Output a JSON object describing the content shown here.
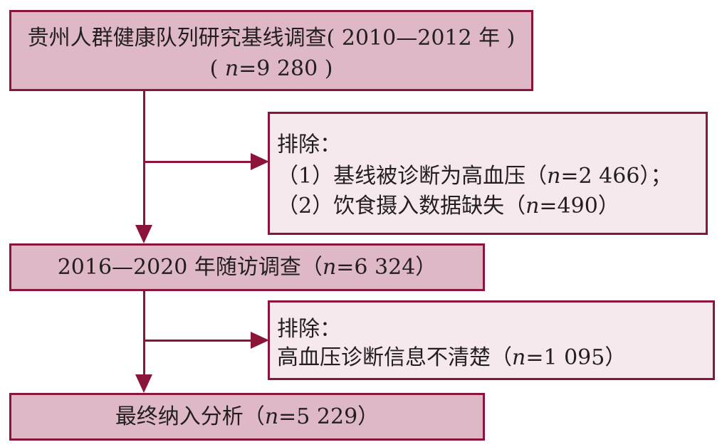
{
  "boxes": {
    "cohort": {
      "line1": "贵州人群健康队列研究基线调查( 2010—2012 年 )",
      "line2_open": "( ",
      "line2_n": "n",
      "line2_rest": "=9 280 )"
    },
    "exclusion1": {
      "heading": "排除：",
      "item1_pre": "（1）基线被诊断为高血压（",
      "item1_n": "n",
      "item1_post": "=2 466）；",
      "item2_pre": "（2）饮食摄入数据缺失（",
      "item2_n": "n",
      "item2_post": "=490）"
    },
    "followup": {
      "pre": "2016—2020 年随访调查（",
      "n": "n",
      "post": "=6 324）"
    },
    "exclusion2": {
      "heading": "排除：",
      "line_pre": "高血压诊断信息不清楚（",
      "line_n": "n",
      "line_post": "=1 095）"
    },
    "final": {
      "pre": "最终纳入分析（",
      "n": "n",
      "post": "=5 229）"
    }
  },
  "colors": {
    "border": "#8a1538",
    "main_fill": "#deb8c6",
    "exclusion_fill": "#f5e9ee"
  }
}
